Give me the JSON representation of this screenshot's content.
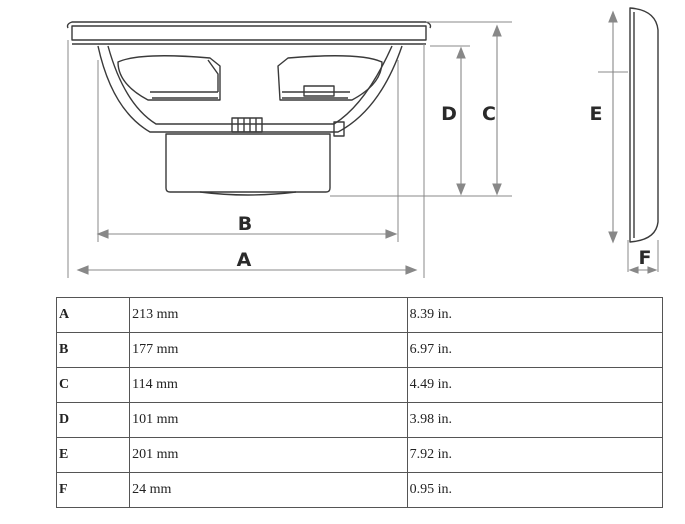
{
  "diagram": {
    "labels": {
      "a": "A",
      "b": "B",
      "c": "C",
      "d": "D",
      "e": "E",
      "f": "F"
    }
  },
  "table": {
    "rows": [
      {
        "key": "A",
        "mm": "213 mm",
        "inch": "8.39 in."
      },
      {
        "key": "B",
        "mm": "177 mm",
        "inch": "6.97 in."
      },
      {
        "key": "C",
        "mm": "114 mm",
        "inch": "4.49 in."
      },
      {
        "key": "D",
        "mm": "101 mm",
        "inch": "3.98 in."
      },
      {
        "key": "E",
        "mm": "201 mm",
        "inch": "7.92 in."
      },
      {
        "key": "F",
        "mm": "24 mm",
        "inch": "0.95 in."
      }
    ]
  },
  "colors": {
    "line": "#3a3a3a",
    "dim": "#888888",
    "label": "#2a2a2a"
  }
}
